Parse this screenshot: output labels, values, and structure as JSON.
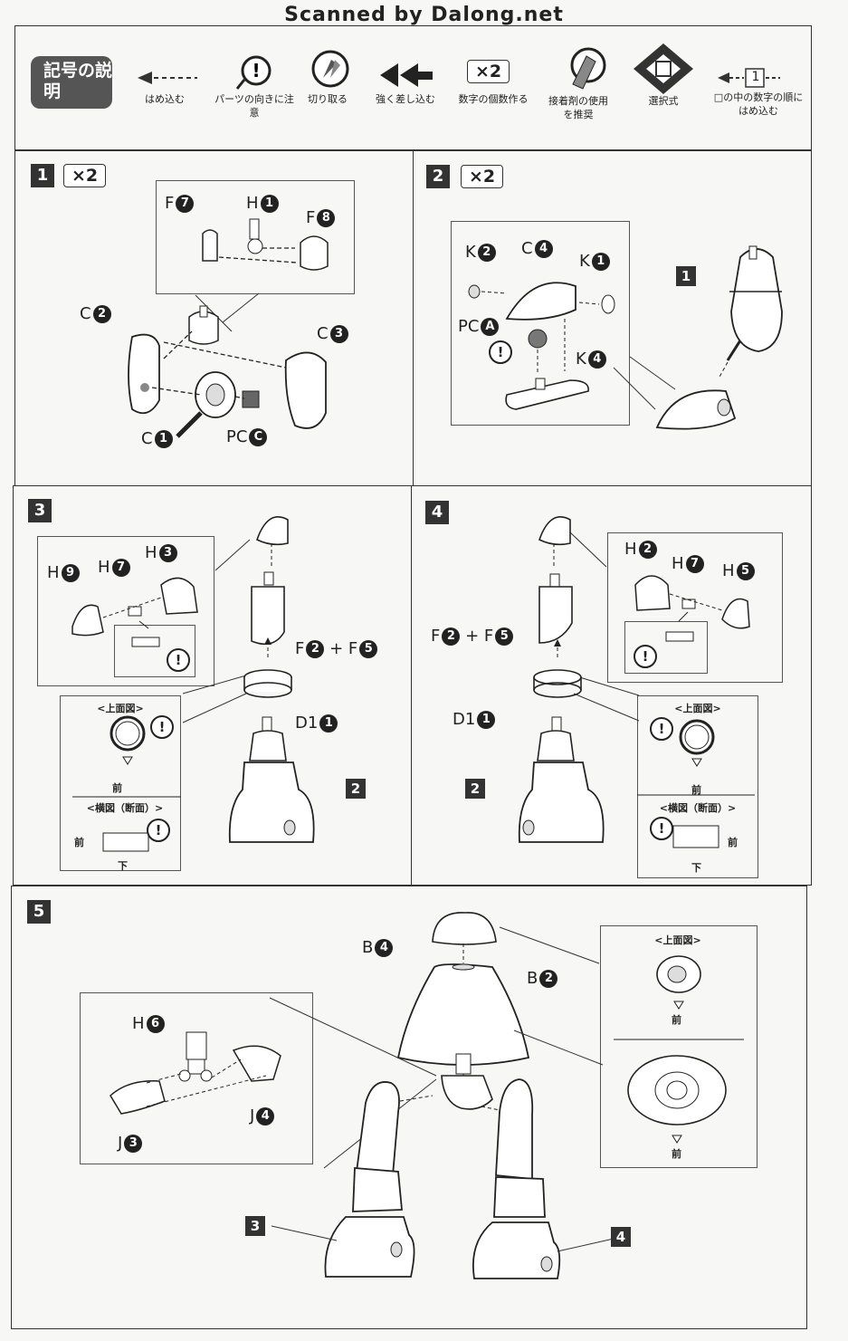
{
  "header": {
    "scanned_by": "Scanned by Dalong.net"
  },
  "legend": {
    "title": "記号の説明",
    "items": [
      {
        "icon": "dashed-arrow-icon",
        "label": "はめ込む"
      },
      {
        "icon": "exclamation-icon",
        "label": "パーツの向きに注意"
      },
      {
        "icon": "nipper-icon",
        "label": "切り取る"
      },
      {
        "icon": "double-arrow-icon",
        "label": "強く差し込む"
      },
      {
        "icon": "multiplier-icon",
        "symbol": "×2",
        "label": "数字の個数作る"
      },
      {
        "icon": "glue-icon",
        "label": "接着剤の使用を推奨"
      },
      {
        "icon": "choice-icon",
        "label": "選択式"
      },
      {
        "icon": "numbered-arrow-icon",
        "symbol": "1",
        "label": "□の中の数字の順にはめ込む"
      }
    ]
  },
  "steps": [
    {
      "number": "1",
      "multiplier": "×2",
      "parts": {
        "f7": "F",
        "f7n": "7",
        "h1": "H",
        "h1n": "1",
        "f8": "F",
        "f8n": "8",
        "c2": "C",
        "c2n": "2",
        "c3": "C",
        "c3n": "3",
        "c1": "C",
        "c1n": "1",
        "pcc": "PC",
        "pccn": "C"
      }
    },
    {
      "number": "2",
      "multiplier": "×2",
      "parts": {
        "k2": "K",
        "k2n": "2",
        "c4": "C",
        "c4n": "4",
        "k1": "K",
        "k1n": "1",
        "pca": "PC",
        "pcan": "A",
        "k4": "K",
        "k4n": "4"
      },
      "ref": "1"
    },
    {
      "number": "3",
      "parts": {
        "h9": "H",
        "h9n": "9",
        "h7": "H",
        "h7n": "7",
        "h3": "H",
        "h3n": "3",
        "f2": "F",
        "f2n": "2",
        "plus": "+",
        "f5": "F",
        "f5n": "5",
        "d1": "D1",
        "d1n": "1"
      },
      "ref": "2",
      "top_view": "<上面図>",
      "side_view": "<横図（断面）>",
      "front": "前",
      "bottom": "下"
    },
    {
      "number": "4",
      "parts": {
        "h2": "H",
        "h2n": "2",
        "h7": "H",
        "h7n": "7",
        "h5": "H",
        "h5n": "5",
        "f2": "F",
        "f2n": "2",
        "plus": "+",
        "f5": "F",
        "f5n": "5",
        "d1": "D1",
        "d1n": "1"
      },
      "ref": "2",
      "top_view": "<上面図>",
      "side_view": "<横図（断面）>",
      "front": "前",
      "bottom": "下"
    },
    {
      "number": "5",
      "parts": {
        "b4": "B",
        "b4n": "4",
        "b2": "B",
        "b2n": "2",
        "h6": "H",
        "h6n": "6",
        "j4": "J",
        "j4n": "4",
        "j3": "J",
        "j3n": "3"
      },
      "ref_left": "3",
      "ref_right": "4",
      "top_view": "<上面図>",
      "front": "前"
    }
  ]
}
